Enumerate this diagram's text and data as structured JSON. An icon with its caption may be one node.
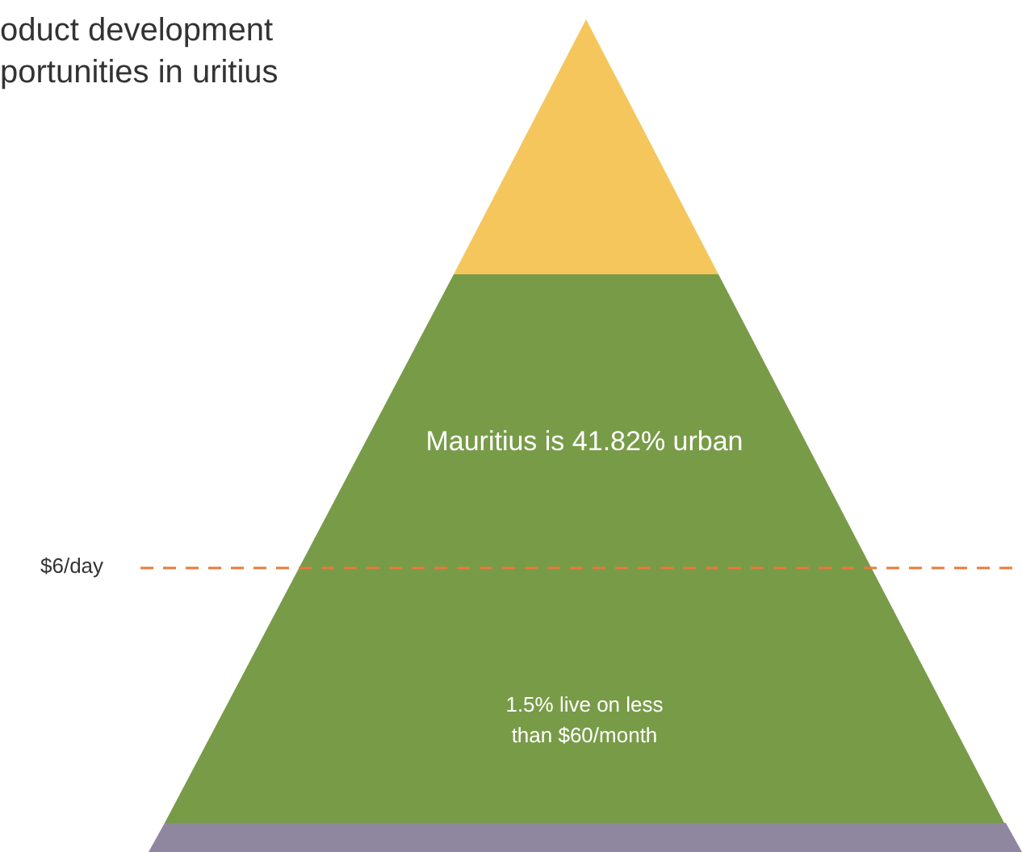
{
  "diagram": {
    "title": "oduct development portunities in uritius",
    "nodes": [
      {
        "text": [],
        "shape": "triangle"
      },
      {
        "text": [
          "Mauritius is 41.82% urban",
          "1.5% live on less than $60/month"
        ]
      },
      {
        "text": [],
        "shape": "bar"
      }
    ],
    "edges": [],
    "labels": [
      "$6/day"
    ]
  }
}
